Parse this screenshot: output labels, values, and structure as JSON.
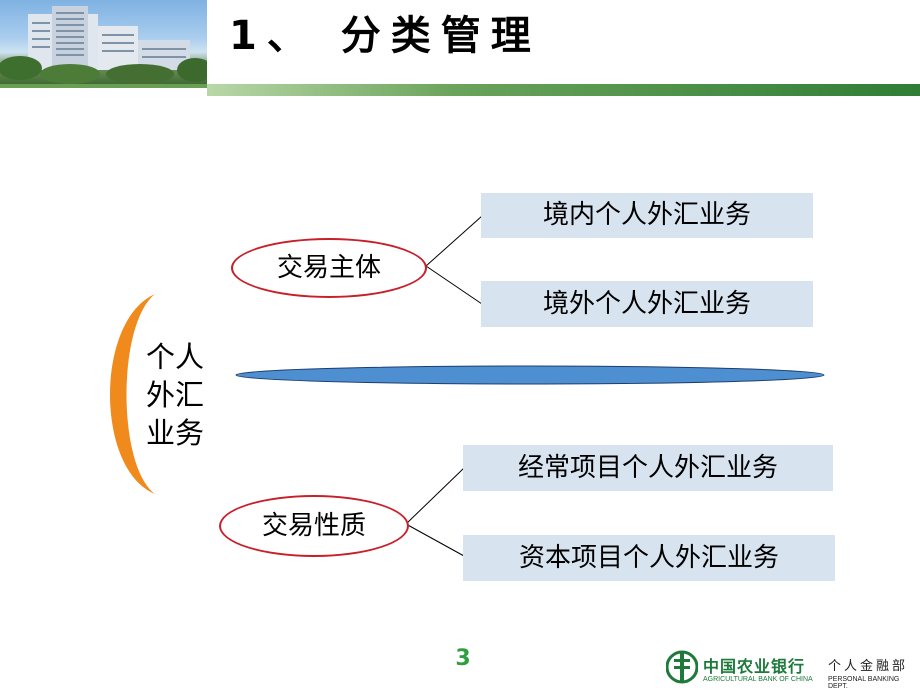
{
  "header": {
    "title": "1、 分类管理",
    "photo": "office-building-photo"
  },
  "diagram": {
    "root_label": "个人\n外汇\n业务",
    "root_lines": [
      "个人",
      "外汇",
      "业务"
    ],
    "groups": [
      {
        "label": "交易主体",
        "items": [
          "境内个人外汇业务",
          "境外个人外汇业务"
        ]
      },
      {
        "label": "交易性质",
        "items": [
          "经常项目个人外汇业务",
          "资本项目个人外汇业务"
        ]
      }
    ],
    "colors": {
      "ellipse_border": "#c8202a",
      "box_fill": "#d7e4f0",
      "bracket": "#f08a1c",
      "divider": "#4d8fd1"
    }
  },
  "footer": {
    "page_number": "3",
    "bank_name": "中国农业银行",
    "bank_name_en": "AGRICULTURAL BANK OF CHINA",
    "dept_name": "个人金融部",
    "dept_name_en": "PERSONAL BANKING DEPT.",
    "logo_icon": "abc-bank-logo-icon"
  }
}
